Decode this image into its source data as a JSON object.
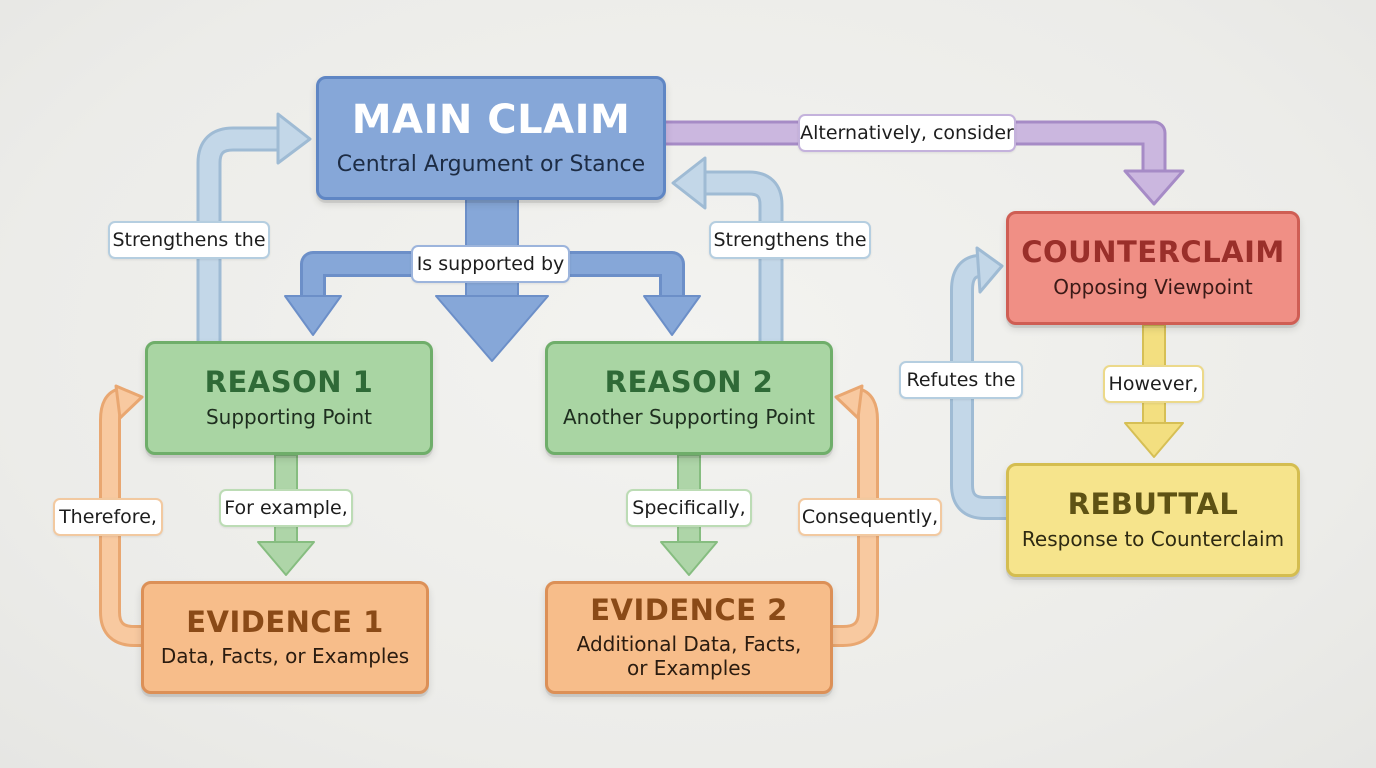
{
  "nodes": {
    "main_claim": {
      "title": "MAIN CLAIM",
      "subtitle": "Central Argument or Stance"
    },
    "reason_1": {
      "title": "REASON 1",
      "subtitle": "Supporting Point"
    },
    "reason_2": {
      "title": "REASON 2",
      "subtitle": "Another Supporting Point"
    },
    "evidence_1": {
      "title": "EVIDENCE 1",
      "subtitle": "Data, Facts, or Examples"
    },
    "evidence_2": {
      "title": "EVIDENCE 2",
      "subtitle": "Additional Data, Facts, or Examples"
    },
    "counterclaim": {
      "title": "COUNTERCLAIM",
      "subtitle": "Opposing Viewpoint"
    },
    "rebuttal": {
      "title": "REBUTTAL",
      "subtitle": "Response to Counterclaim"
    }
  },
  "connectors": {
    "alternatively": "Alternatively, consider",
    "strengthens_left": "Strengthens the",
    "strengthens_right": "Strengthens the",
    "supported_by": "Is supported by",
    "refutes": "Refutes the",
    "however": "However,",
    "therefore": "Therefore,",
    "for_example": "For example,",
    "specifically": "Specifically,",
    "consequently": "Consequently,"
  },
  "colors": {
    "main_claim": "#86a7d8",
    "reason": "#a9d5a3",
    "evidence": "#f7bd8a",
    "counterclaim": "#f08f85",
    "rebuttal": "#f6e48c",
    "alternative_arrow": "#c8b3dc",
    "strengthen_arrow": "#bcd3e6"
  }
}
